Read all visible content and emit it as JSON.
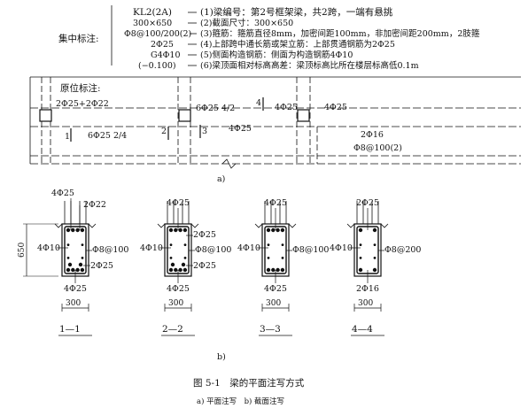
{
  "plan": {
    "group_label": "集中标注:",
    "entries": [
      {
        "code": "KL2(2A)",
        "desc": "(1)梁编号：第2号框架梁，共2跨，一端有悬挑"
      },
      {
        "code": "300×650",
        "desc": "(2)截面尺寸：300×650"
      },
      {
        "code": "Φ8@100/200(2)",
        "desc": "(3)箍筋：箍筋直径8mm，加密间距100mm，非加密间距200mm，2肢箍"
      },
      {
        "code": "2Φ25",
        "desc": "(4)上部跨中通长筋或架立筋：上部贯通钢筋为2Φ25"
      },
      {
        "code": "G4Φ10",
        "desc": "(5)侧面构造钢筋：侧面为构造钢筋4Φ10"
      },
      {
        "code": "(−0.100)",
        "desc": "(6)梁顶面相对标高高差：梁顶标高比所在楼层标高低0.1m"
      }
    ],
    "original_label": "原位标注:",
    "top_left": "2Φ25+2Φ22",
    "mid_support_top": "6Φ25 4/2",
    "span2_top_left": "4Φ25",
    "right_support_top": "4Φ25",
    "bottom_span1": "6Φ25 2/4",
    "bottom_span2": "4Φ25",
    "cantilever_bottom": "2Φ16",
    "cantilever_stirrup": "Φ8@100(2)",
    "sec1": "1",
    "sec2": "2",
    "sec3": "3",
    "sec4": "4",
    "caption_a": "a)"
  },
  "sections": [
    {
      "name": "1—1",
      "top_outer": "4Φ25",
      "top_inner": "2Φ22",
      "side": "4Φ10",
      "stirrup": "Φ8@100",
      "bottom_inner": "2Φ25",
      "bottom_outer": "4Φ25",
      "width": "300",
      "height": "650"
    },
    {
      "name": "2—2",
      "top": "4Φ25",
      "top_second": "2Φ25",
      "side": "4Φ10",
      "stirrup": "Φ8@100",
      "bottom_inner": "2Φ25",
      "bottom_outer": "4Φ25",
      "width": "300"
    },
    {
      "name": "3—3",
      "top": "4Φ25",
      "side": "4Φ10",
      "stirrup": "Φ8@100",
      "bottom": "4Φ25",
      "width": "300"
    },
    {
      "name": "4—4",
      "top": "2Φ25",
      "side": "4Φ10",
      "stirrup": "Φ8@200",
      "bottom": "2Φ16",
      "width": "300"
    }
  ],
  "caption_b": "b)",
  "figure_title": "图 5-1　梁的平面注写方式",
  "figure_subtitle": "a) 平面注写　b) 截面注写"
}
